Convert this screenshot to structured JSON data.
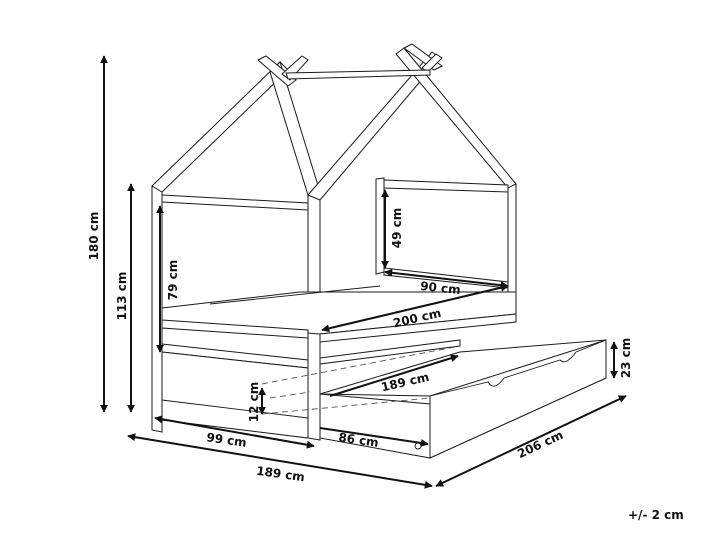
{
  "diagram": {
    "subject": "House bed frame with pull-out trundle drawer",
    "background": "#ffffff",
    "line_color": "#1a1a1a"
  },
  "dimensions": {
    "total_height": "180 cm",
    "side_height": "113 cm",
    "side_panel_height": "79 cm",
    "headboard_gap": "49 cm",
    "mattress_width": "90 cm",
    "mattress_length": "200 cm",
    "drawer_length": "189 cm",
    "drawer_clearance": "12 cm",
    "drawer_height": "23 cm",
    "bed_width": "99 cm",
    "drawer_extension": "86 cm",
    "overall_width": "189 cm",
    "overall_length": "206 cm"
  },
  "tolerance": "+/- 2 cm"
}
